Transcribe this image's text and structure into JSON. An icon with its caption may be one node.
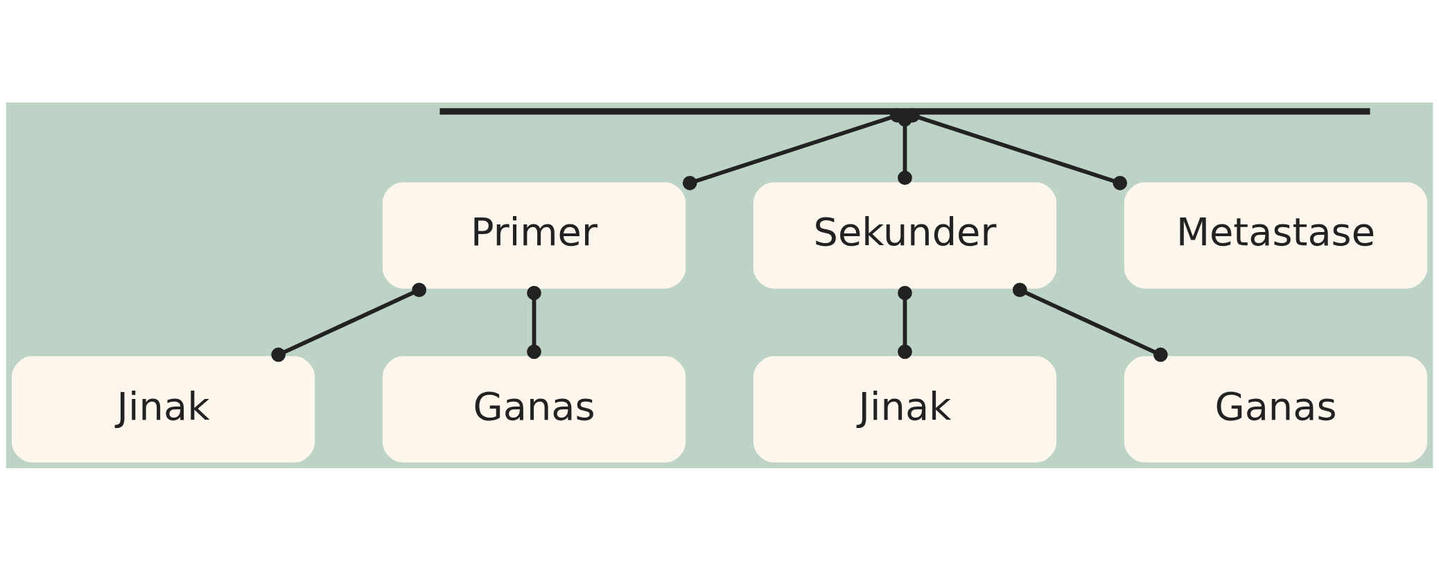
{
  "diagram": {
    "nodes": [
      {
        "text": [],
        "shape": "bar"
      },
      {
        "text": [
          "Primer"
        ]
      },
      {
        "text": [
          "Sekunder"
        ]
      },
      {
        "text": [
          "Metastase"
        ]
      },
      {
        "text": [
          "Jinak"
        ]
      },
      {
        "text": [
          "Ganas"
        ]
      },
      {
        "text": [
          "Jinak"
        ]
      },
      {
        "text": [
          "Ganas"
        ]
      }
    ],
    "edges": [
      {
        "from": 0,
        "to": 1,
        "arrow": "other"
      },
      {
        "from": 0,
        "to": 2,
        "arrow": "other"
      },
      {
        "from": 0,
        "to": 3,
        "arrow": "other"
      },
      {
        "from": 1,
        "to": 4,
        "arrow": "other"
      },
      {
        "from": 1,
        "to": 5,
        "arrow": "other"
      },
      {
        "from": 2,
        "to": 6,
        "arrow": "other"
      },
      {
        "from": 2,
        "to": 7,
        "arrow": "other"
      }
    ]
  }
}
